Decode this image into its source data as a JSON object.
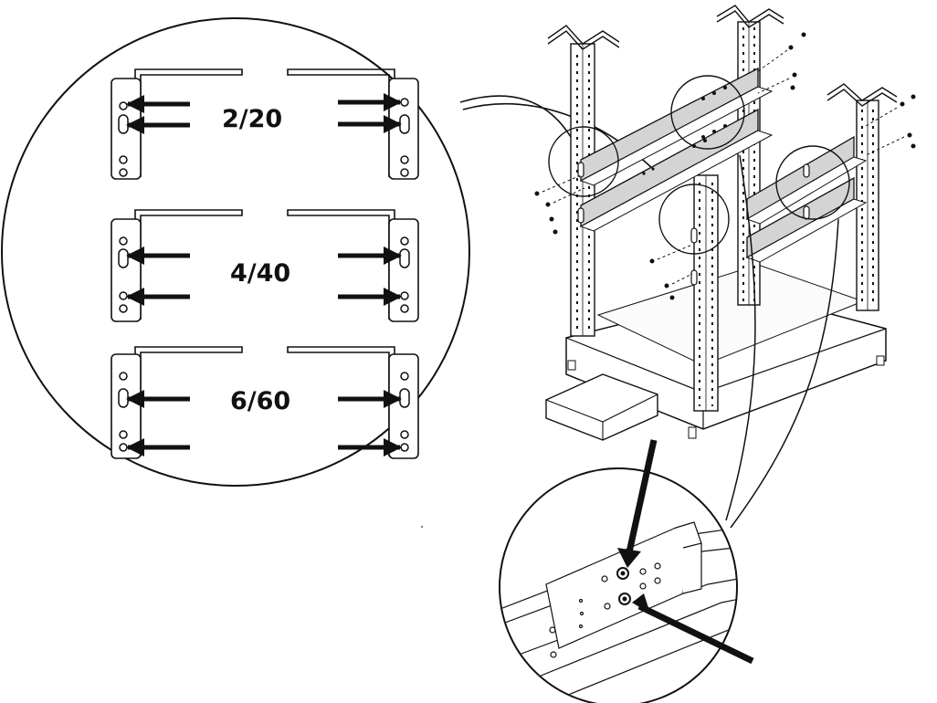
{
  "figure": {
    "bracket_labels": [
      "2/20",
      "4/40",
      "6/60"
    ]
  }
}
